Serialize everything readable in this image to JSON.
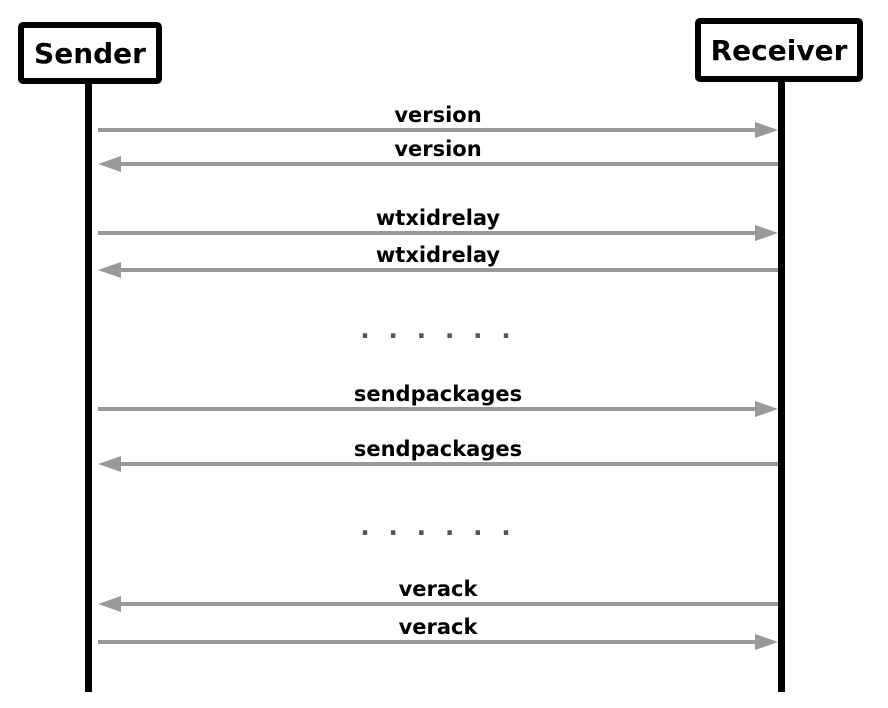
{
  "diagram": {
    "type": "sequence-diagram",
    "actors": [
      {
        "name": "Sender",
        "side": "left"
      },
      {
        "name": "Receiver",
        "side": "right"
      }
    ],
    "messages": [
      {
        "label": "version",
        "from": "Sender",
        "to": "Receiver",
        "direction": "right"
      },
      {
        "label": "version",
        "from": "Receiver",
        "to": "Sender",
        "direction": "left"
      },
      {
        "label": "wtxidrelay",
        "from": "Sender",
        "to": "Receiver",
        "direction": "right"
      },
      {
        "label": "wtxidrelay",
        "from": "Receiver",
        "to": "Sender",
        "direction": "left"
      },
      {
        "label": ". . . . . .",
        "type": "ellipsis"
      },
      {
        "label": "sendpackages",
        "from": "Sender",
        "to": "Receiver",
        "direction": "right"
      },
      {
        "label": "sendpackages",
        "from": "Receiver",
        "to": "Sender",
        "direction": "left"
      },
      {
        "label": ". . . . . .",
        "type": "ellipsis"
      },
      {
        "label": "verack",
        "from": "Receiver",
        "to": "Sender",
        "direction": "left"
      },
      {
        "label": "verack",
        "from": "Sender",
        "to": "Receiver",
        "direction": "right"
      }
    ],
    "colors": {
      "arrow": "#999999",
      "lifeline": "#000000",
      "actor_border": "#000000",
      "label_text": "#000000",
      "dots_text": "#555555",
      "background": "#ffffff"
    }
  }
}
